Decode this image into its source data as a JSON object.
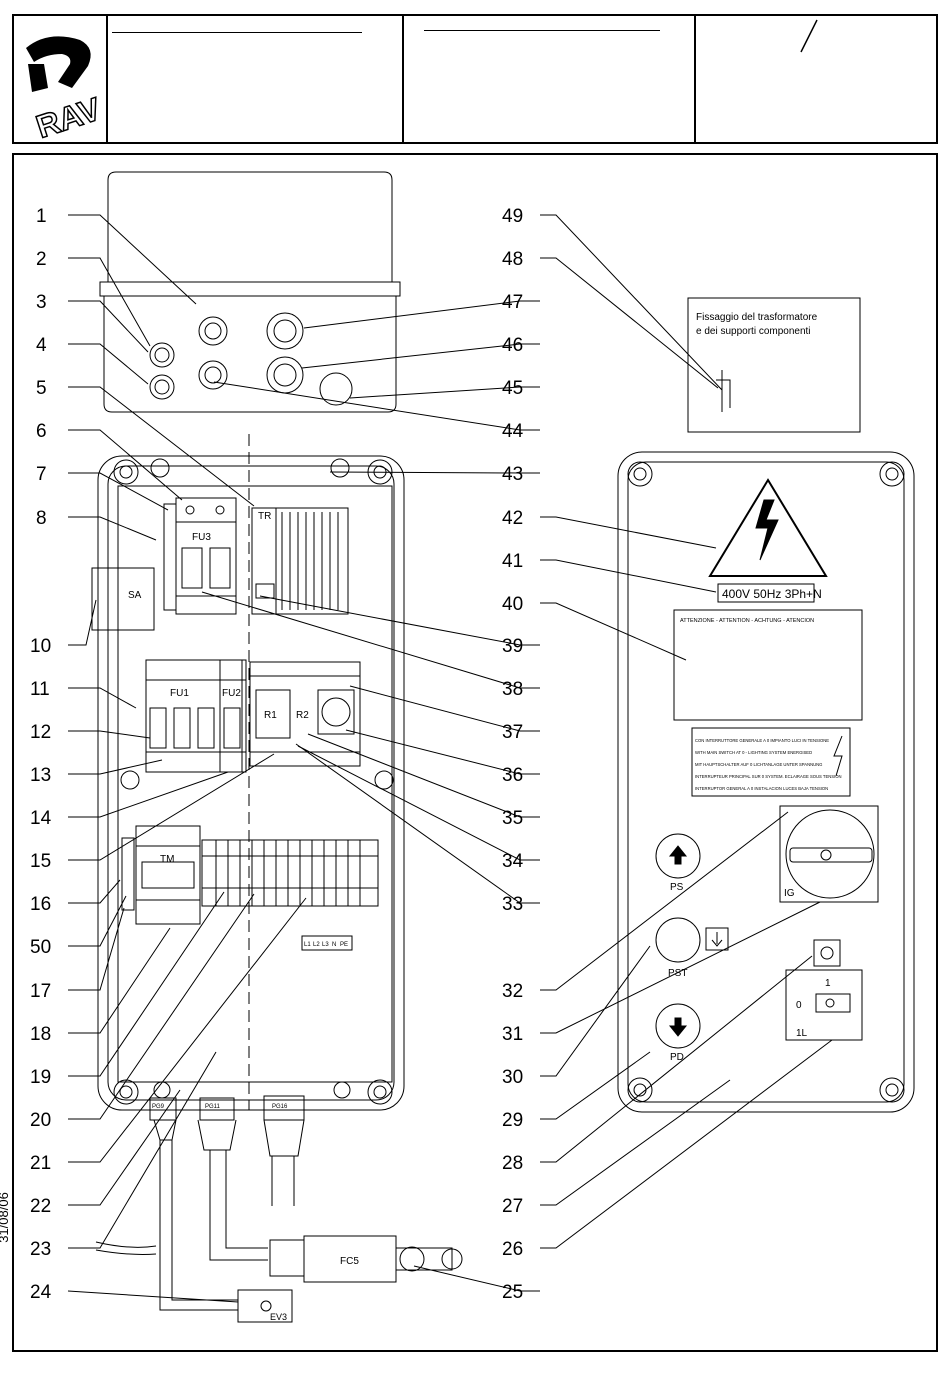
{
  "header": {
    "logo_text": "RAV",
    "revision_mark": "/"
  },
  "date": "31/08/06",
  "callouts_left": [
    "1",
    "2",
    "3",
    "4",
    "5",
    "6",
    "7",
    "8",
    "10",
    "11",
    "12",
    "13",
    "14",
    "15",
    "16",
    "50",
    "17",
    "18",
    "19",
    "20",
    "21",
    "22",
    "23",
    "24"
  ],
  "callouts_right": [
    "49",
    "48",
    "47",
    "46",
    "45",
    "44",
    "43",
    "42",
    "41",
    "40",
    "39",
    "38",
    "37",
    "36",
    "35",
    "34",
    "33",
    "32",
    "31",
    "30",
    "29",
    "28",
    "27",
    "26",
    "25"
  ],
  "components": {
    "sa": "SA",
    "fu3": "FU3",
    "tr": "TR",
    "fu1": "FU1",
    "fu2": "FU2",
    "r1": "R1",
    "r2": "R2",
    "tm": "TM",
    "fc5": "FC5",
    "ev3": "EV3",
    "ps": "PS",
    "pst": "PST",
    "pd": "PD",
    "ig": "IG",
    "sel_1": "1",
    "sel_0": "0",
    "sel_1l": "1L",
    "terminal_l1": "L1",
    "terminal_l2": "L2",
    "terminal_l3": "L3",
    "terminal_n": "N",
    "terminal_pe": "PE",
    "gland_1": "PG11",
    "gland_2": "PG16",
    "gland_3": "PG9"
  },
  "notes": {
    "transformer_line1": "Fissaggio del trasformatore",
    "transformer_line2": "e dei supporti componenti",
    "voltage": "400V 50Hz 3Ph+N",
    "attention": "ATTENZIONE - ATTENTION - ACHTUNG - ATENCION",
    "warning_lines": [
      "CON INTERRUTTORE GENERALE A 0 IMPIANTO LUCI IN TENSIONE",
      "WITH MAIN SWITCH AT 0 - LIGHTING SYSTEM ENERGISED",
      "MIT HAUPTSCHALTER AUF 0 LICHTANLAGE UNTER SPANNUNG",
      "INTERRUPTEUR PRINCIPAL SUR 0 SYSTEM. ECLAIRAGE SOUS TENSION",
      "INTERRUPTOR GENERAL A 0 INSTALACION LUCES BAJA TENSION"
    ]
  }
}
